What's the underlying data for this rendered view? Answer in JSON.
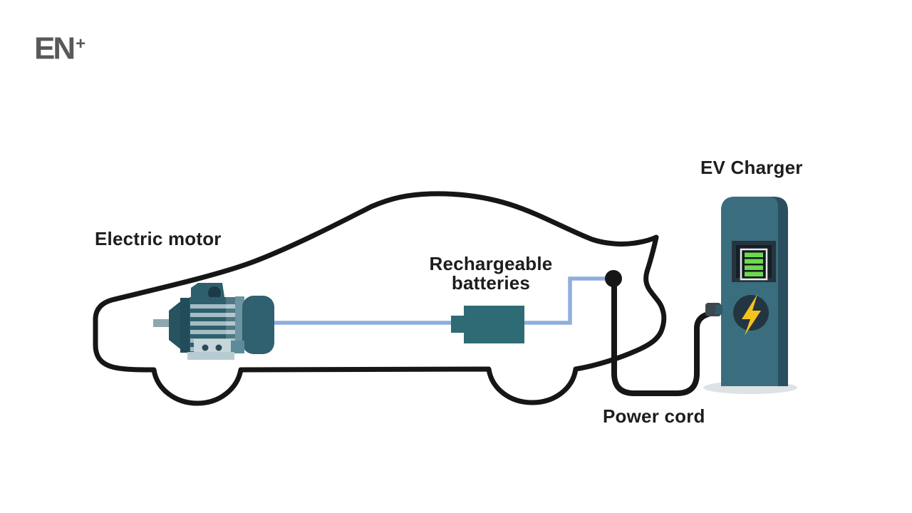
{
  "logo": {
    "text": "EN",
    "superscript": "+",
    "color": "#58595b"
  },
  "labels": {
    "electric_motor": "Electric motor",
    "rechargeable_batteries": {
      "line1": "Rechargeable",
      "line2": "batteries"
    },
    "ev_charger": "EV Charger",
    "power_cord": "Power cord"
  },
  "colors": {
    "outline_black": "#161616",
    "teal_primary": "#2E6B74",
    "motor_body_teal": "#2E5F6D",
    "motor_stripe_light": "#A4BDC5",
    "charger_body_teal": "#3A6E7E",
    "charger_side_shade": "#2A4F5E",
    "wire_blue": "#8FAEDE",
    "bolt_yellow": "#F4C41C",
    "screen_green": "#6FD84E",
    "shadow_gray": "#DEE2E4"
  },
  "icons": {
    "charger_screen": "battery-level-icon",
    "charger_badge": "lightning-bolt-icon"
  }
}
